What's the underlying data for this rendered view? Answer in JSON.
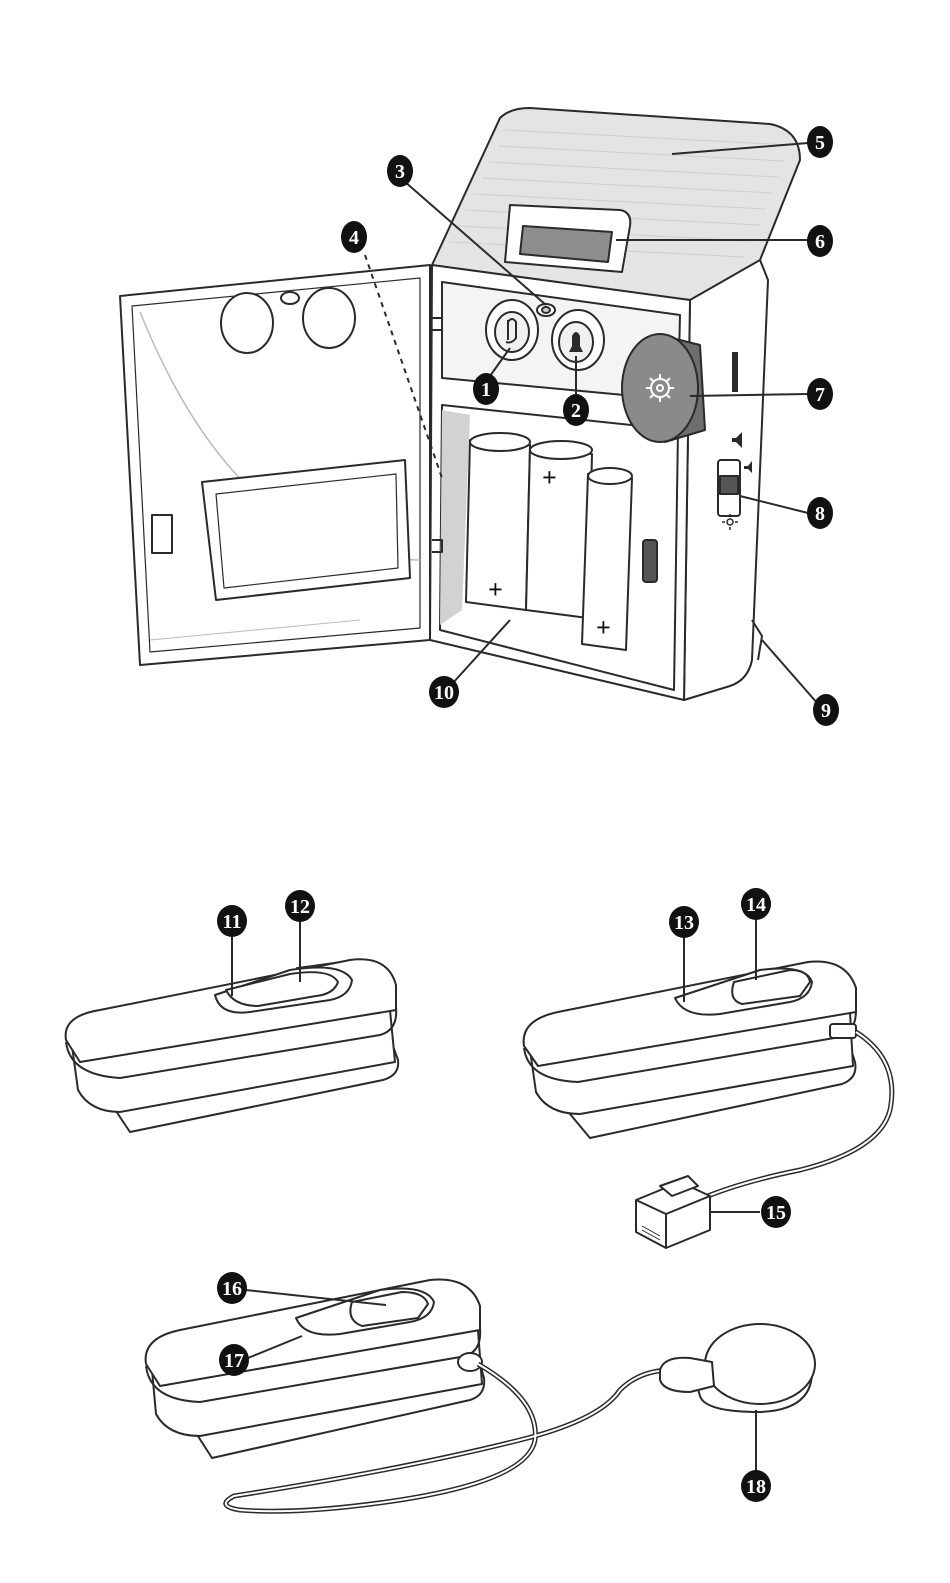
{
  "colors": {
    "line": "#2a2a2a",
    "fill": "#ffffff",
    "shade": "#d2d2d2",
    "dial": "#8a8a8a",
    "callout": "#111111",
    "callout_text": "#ffffff"
  },
  "icons": {
    "button1": "touch-icon",
    "button2": "bell-icon",
    "dial": "gear-icon",
    "switch_top": "speaker-icon",
    "switch_mid": "speaker-low-icon",
    "switch_low": "light-icon"
  },
  "battery_marks": [
    "+",
    "+",
    "+"
  ],
  "callouts": {
    "c1": "1",
    "c2": "2",
    "c3": "3",
    "c4": "4",
    "c5": "5",
    "c6": "6",
    "c7": "7",
    "c8": "8",
    "c9": "9",
    "c10": "10",
    "c11": "11",
    "c12": "12",
    "c13": "13",
    "c14": "14",
    "c15": "15",
    "c16": "16",
    "c17": "17",
    "c18": "18"
  }
}
